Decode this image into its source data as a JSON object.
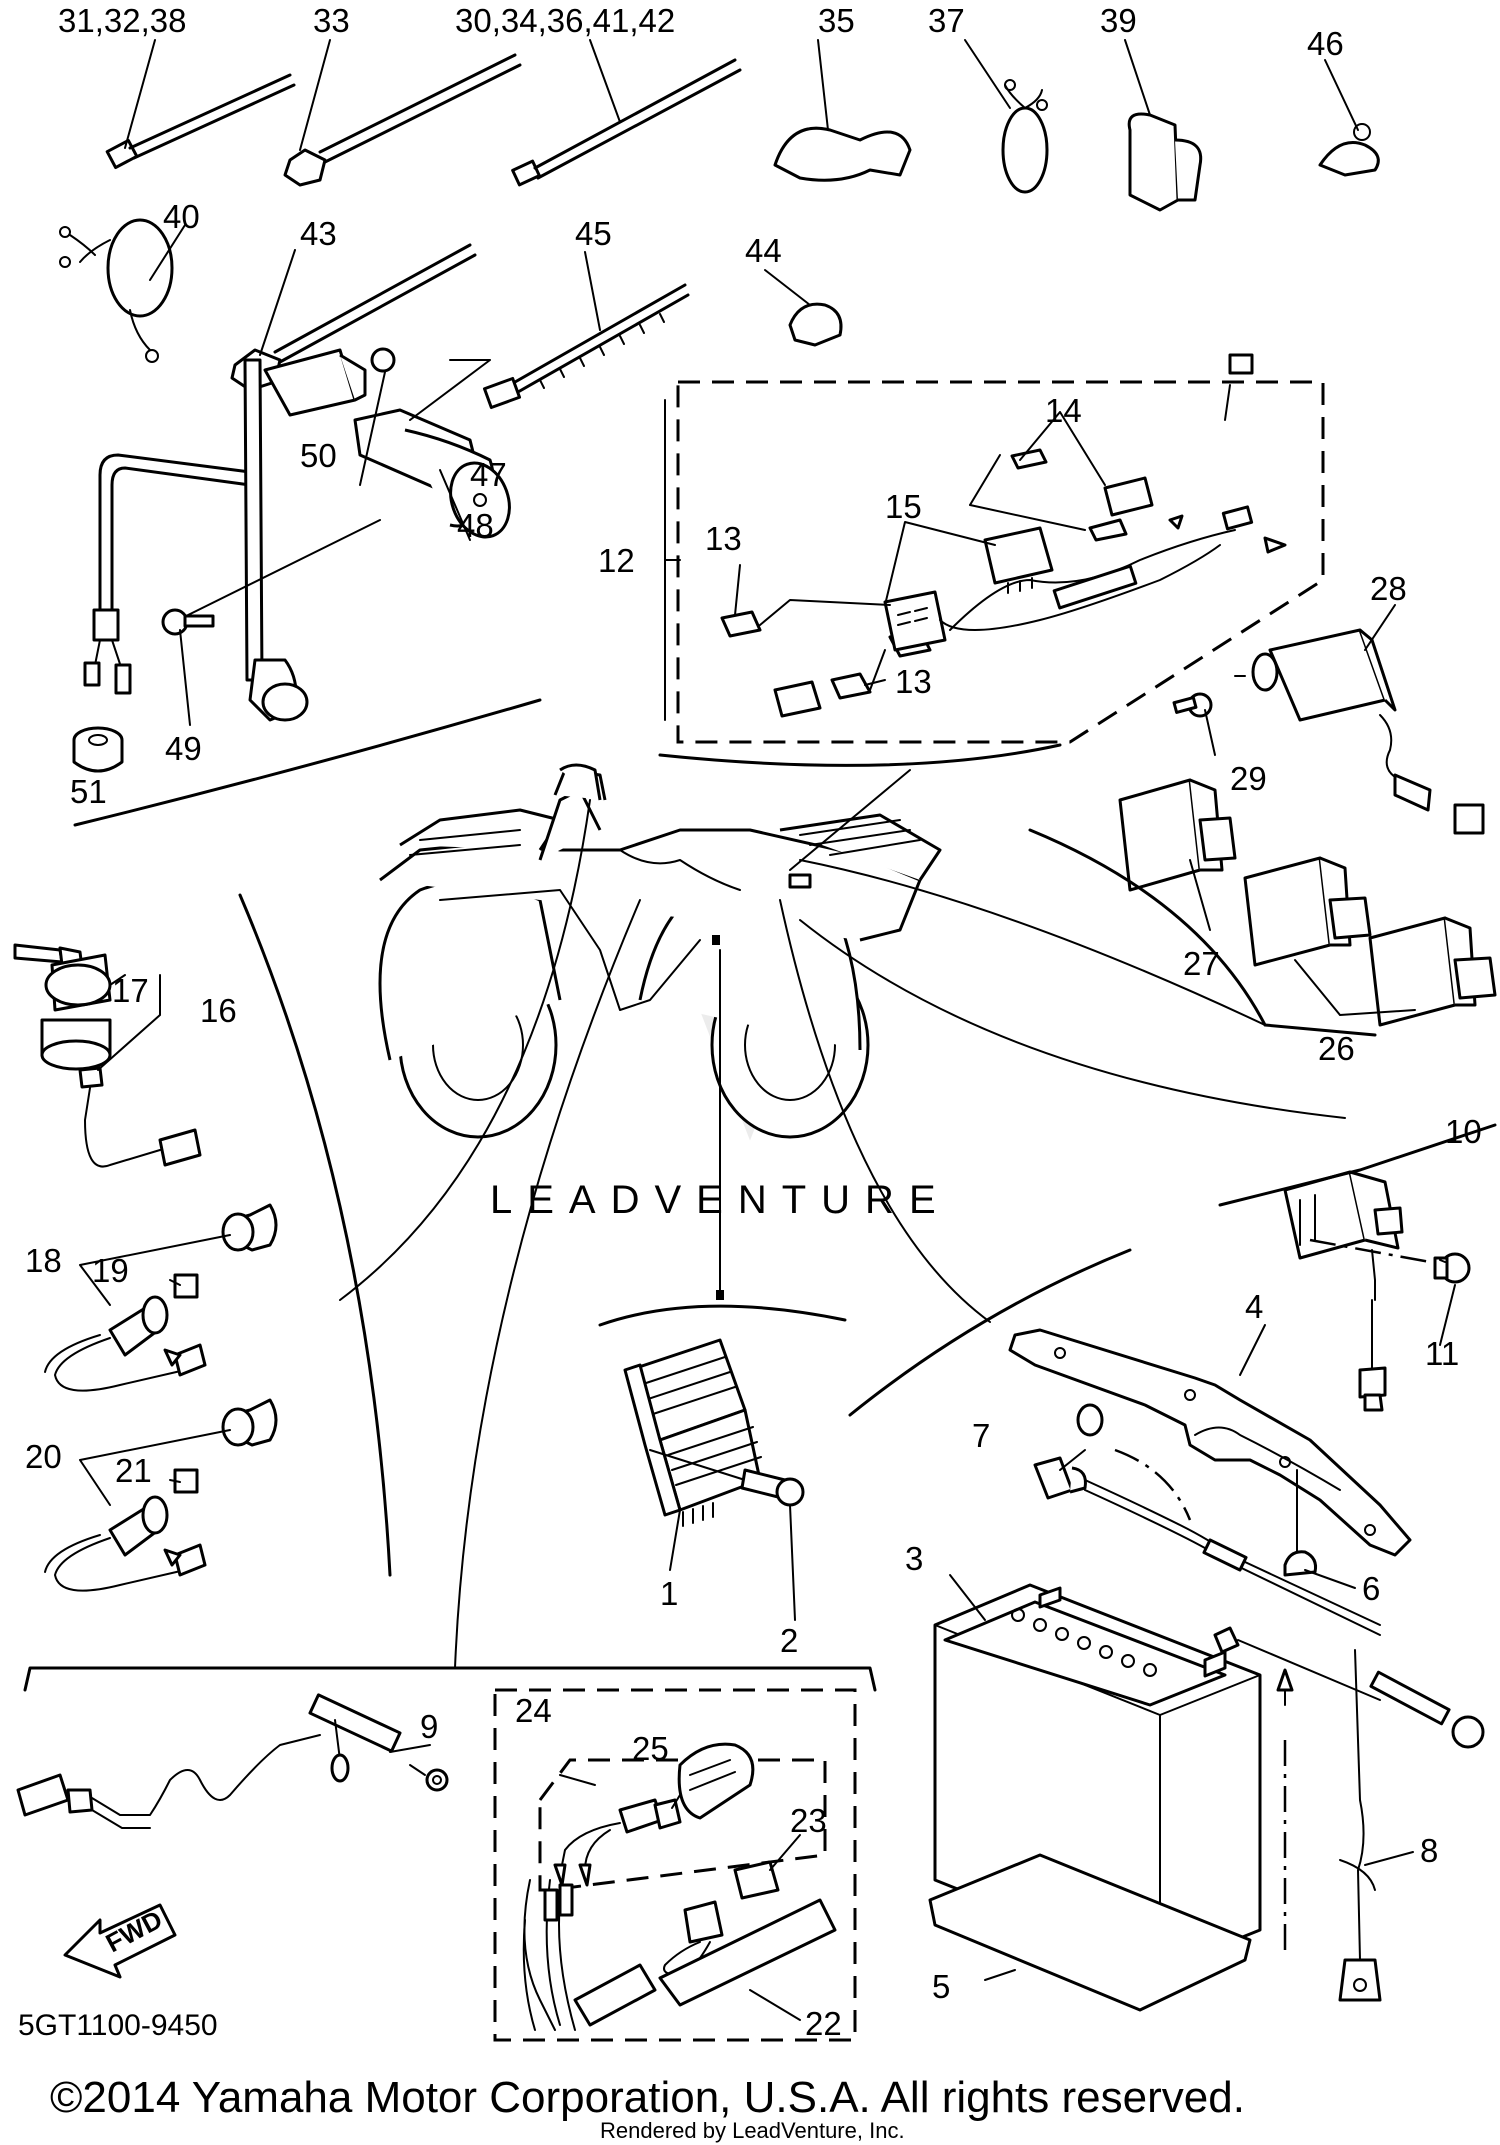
{
  "diagram": {
    "part_number_code": "5GT1100-9450",
    "copyright": "©2014 Yamaha Motor Corporation, U.S.A. All rights reserved.",
    "rendered_by": "Rendered by LeadVenture, Inc.",
    "watermark": "LEADVENTURE",
    "direction_arrow": "FWD",
    "callouts": {
      "c1": "1",
      "c2": "2",
      "c3": "3",
      "c4": "4",
      "c5": "5",
      "c6": "6",
      "c7": "7",
      "c8": "8",
      "c9": "9",
      "c10": "10",
      "c11": "11",
      "c12": "12",
      "c13a": "13",
      "c13b": "13",
      "c14": "14",
      "c15": "15",
      "c16": "16",
      "c17": "17",
      "c18": "18",
      "c19": "19",
      "c20": "20",
      "c21": "21",
      "c22": "22",
      "c23": "23",
      "c24": "24",
      "c25": "25",
      "c26": "26",
      "c27": "27",
      "c28": "28",
      "c29": "29",
      "c31_32_38": "31,32,38",
      "c33": "33",
      "c30_34_36_41_42": "30,34,36,41,42",
      "c35": "35",
      "c37": "37",
      "c39": "39",
      "c40": "40",
      "c43": "43",
      "c44": "44",
      "c45": "45",
      "c46": "46",
      "c47": "47",
      "c48": "48",
      "c49": "49",
      "c50": "50",
      "c51": "51"
    }
  }
}
